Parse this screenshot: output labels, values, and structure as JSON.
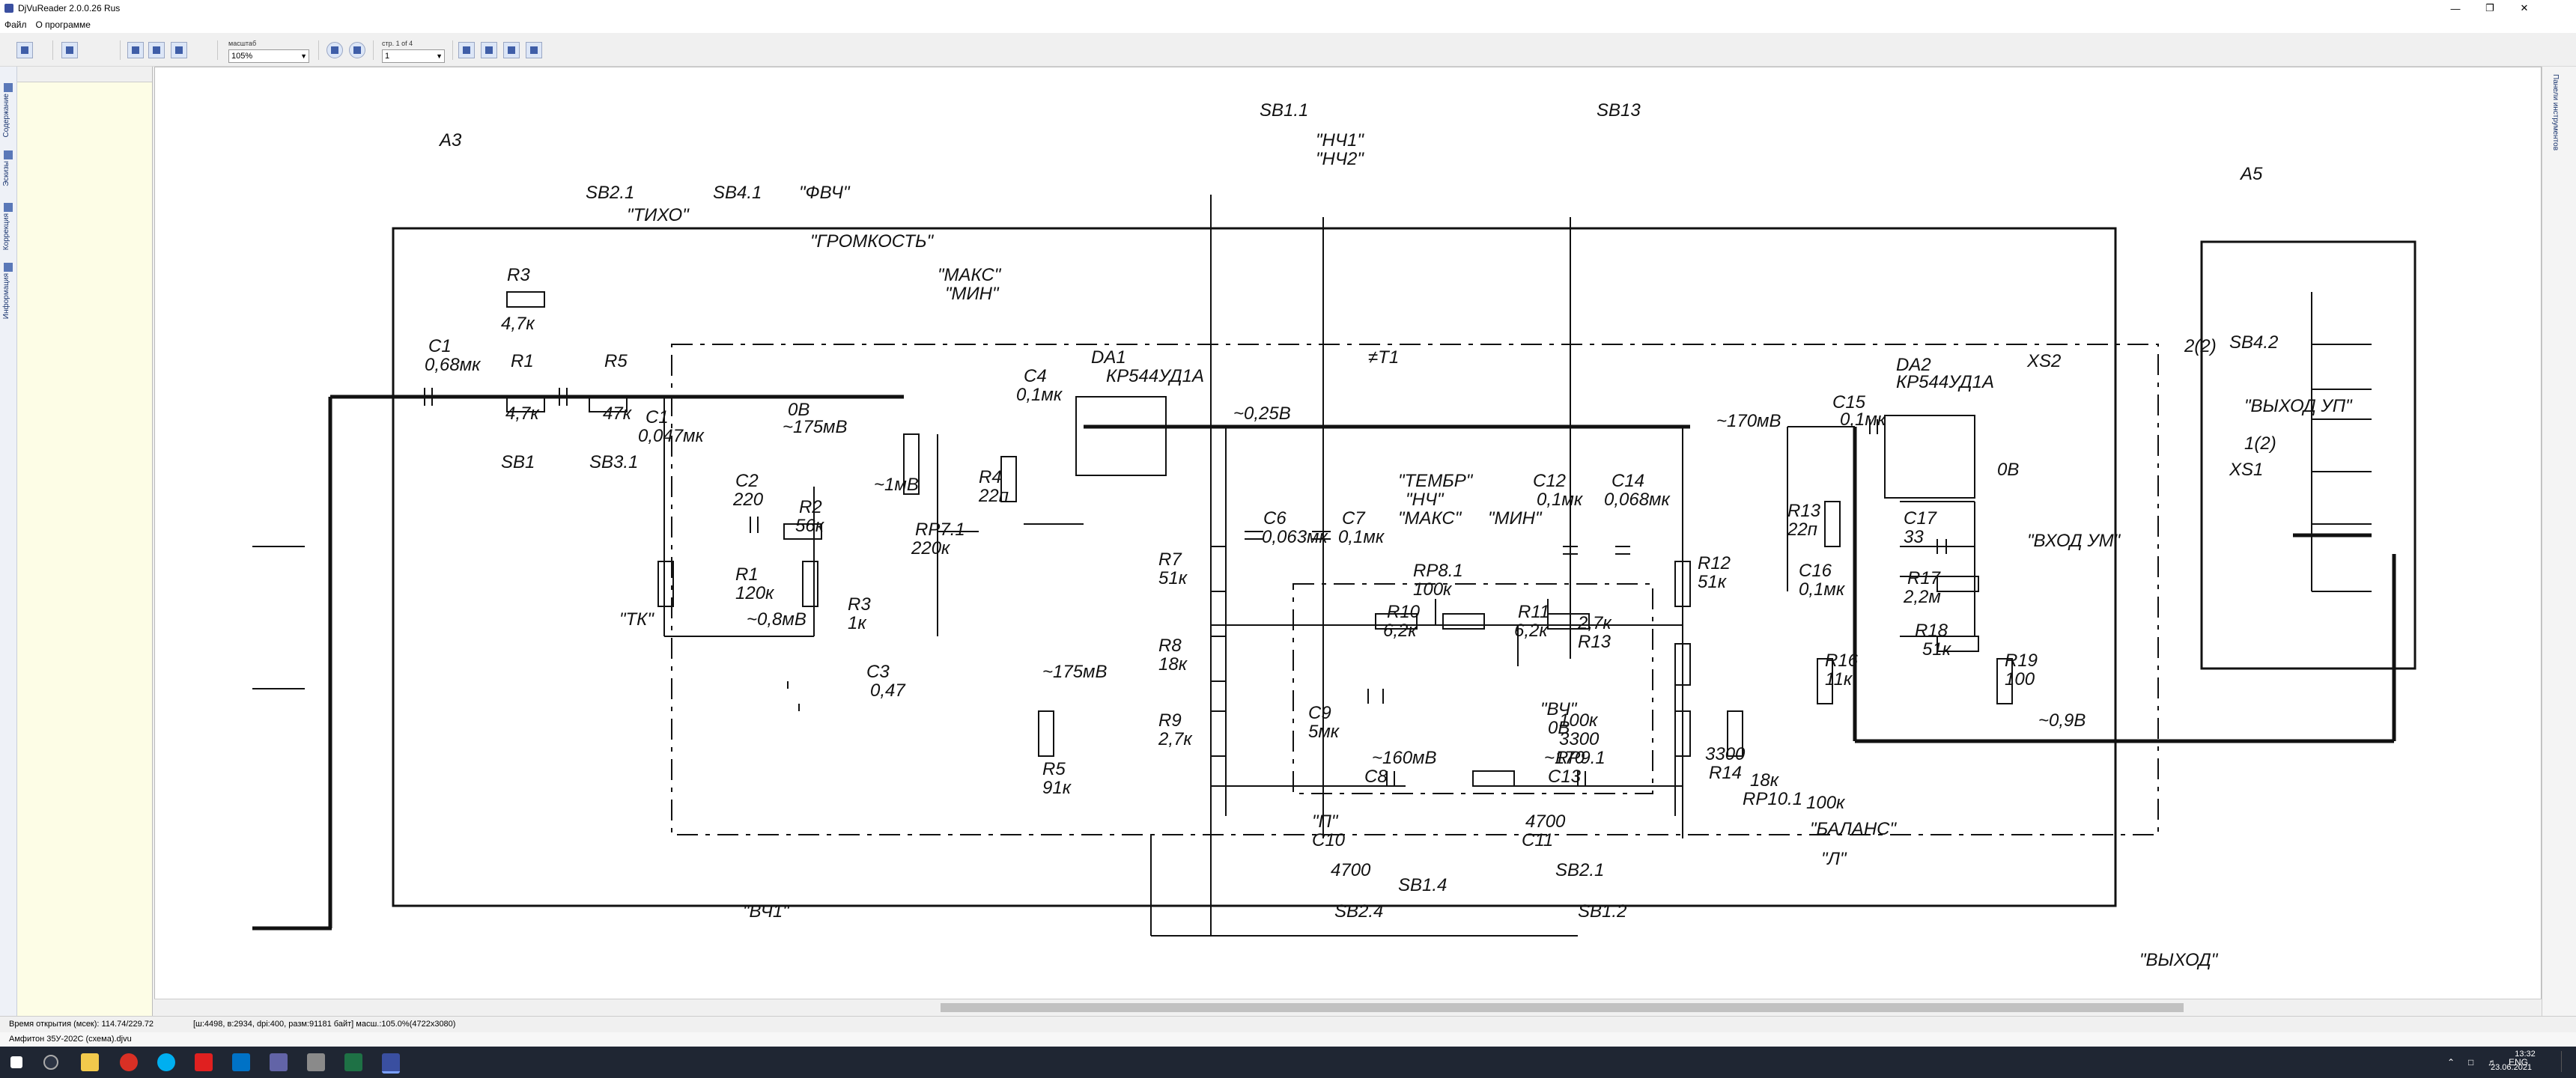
{
  "window": {
    "title": "DjVuReader 2.0.0.26 Rus"
  },
  "menu": {
    "file": "Файл",
    "about": "О программе"
  },
  "toolbar": {
    "zoom_label": "масштаб",
    "zoom_value": "105%",
    "page_label": "стр. 1 of 4",
    "page_value": "1"
  },
  "left_tabs": [
    "Содержание",
    "Эскизы",
    "Коррекция",
    "Информация"
  ],
  "right_tab": "Панели инструментов",
  "status": {
    "open_time": "Время открытия (мсек): 114.74/229.72",
    "info": "[ш:4498, в:2934, dpi:400, разм:91181 байт] масш.:105.0%(4722x3080)",
    "doc_tab": "Амфитон 35У-202С (схема).djvu"
  },
  "tray": {
    "lang": "ENG",
    "time": "13:32",
    "date": "23.06.2021"
  },
  "schematic": {
    "labels": [
      "A3",
      "A5",
      "SB1.1",
      "SB13",
      "\"НЧ1\"",
      "\"НЧ2\"",
      "SB2.1",
      "SB4.1",
      "\"ТИХО\"",
      "\"ФВЧ\"",
      "\"ГРОМКОСТЬ\"",
      "\"МАКС\"",
      "\"МИН\"",
      "R3",
      "4,7к",
      "C1",
      "0,68мк",
      "R1",
      "4,7к",
      "R5",
      "47к",
      "C1",
      "0,047мк",
      "0В",
      "~175мВ",
      "C4",
      "0,1мк",
      "DA1",
      "КР544УД1А",
      "~0,25В",
      "≠T1",
      "\"ТЕМБР\"",
      "\"НЧ\"",
      "\"МАКС\"",
      "\"МИН\"",
      "C12",
      "0,1мк",
      "C14",
      "0,068мк",
      "~170мВ",
      "C15",
      "0,1мк",
      "DA2",
      "КР544УД1А",
      "0В",
      "SB1",
      "SB3.1",
      "\"ТК\"",
      "C2",
      "220",
      "R2",
      "56к",
      "~1мВ",
      "R4",
      "22п",
      "RP7.1",
      "220к",
      "R1",
      "120к",
      "~0,8мВ",
      "R3",
      "1к",
      "C3",
      "0,47",
      "C6",
      "0,063мк",
      "C7",
      "0,1мк",
      "RP8.1",
      "100к",
      "R10",
      "6,2к",
      "R11",
      "6,2к",
      "R12",
      "51к",
      "R13",
      "22п",
      "C16",
      "0,1мк",
      "C17",
      "33",
      "R17",
      "2,2м",
      "R18",
      "51к",
      "R16",
      "11к",
      "R19",
      "100",
      "~0,9В",
      "R7",
      "51к",
      "R8",
      "18к",
      "R9",
      "2,7к",
      "~175мВ",
      "R5",
      "91к",
      "C9",
      "5мк",
      "~160мВ",
      "C8",
      "3300",
      "RP9.1",
      "100к",
      "\"ВЧ\"",
      "0В",
      "~170",
      "C13",
      "3300",
      "R14",
      "2,7к",
      "R13",
      "18к",
      "RP10.1",
      "100к",
      "\"БАЛАНС\"",
      "\"Л\"",
      "\"П\"",
      "C10",
      "4700",
      "C11",
      "4700",
      "SB2.1",
      "SB2.4",
      "SB1.2",
      "SB1.4",
      "\"ВЧ1\"",
      "SB4.2",
      "XS1",
      "XS2",
      "\"ВХОД УМ\"",
      "\"ВЫХОД УП\"",
      "1(2)",
      "2(2)",
      "\"ВЫХОД\""
    ]
  }
}
